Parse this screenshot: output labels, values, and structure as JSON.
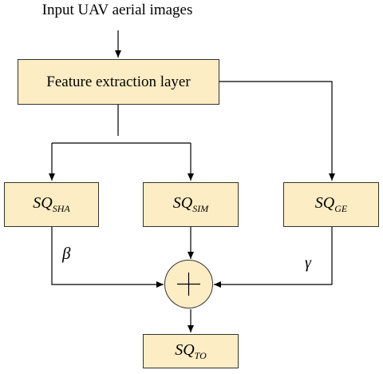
{
  "input": {
    "label": "Input UAV aerial images"
  },
  "feature_layer": {
    "label": "Feature extraction layer"
  },
  "branches": [
    {
      "base": "SQ",
      "sub": "SHA"
    },
    {
      "base": "SQ",
      "sub": "SIM"
    },
    {
      "base": "SQ",
      "sub": "GE"
    }
  ],
  "output": {
    "base": "SQ",
    "sub": "TO"
  },
  "weights": {
    "beta": "β",
    "gamma": "γ"
  },
  "colors": {
    "box_fill": "#fdedc4",
    "stroke": "#333333"
  }
}
